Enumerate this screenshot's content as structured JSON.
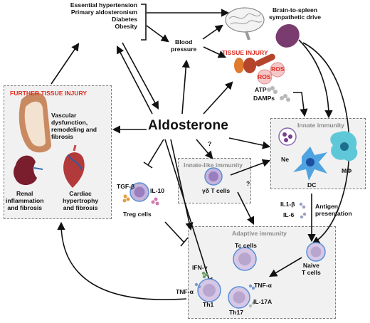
{
  "conditions": {
    "line1": "Essential hypertension",
    "line2": "Primary aldosteronism",
    "line3": "Diabetes",
    "line4": "Obesity"
  },
  "hub": "Aldosterone",
  "blood_pressure": {
    "line1": "Blood",
    "line2": "pressure"
  },
  "brain_spleen": {
    "line1": "Brain-to-spleen",
    "line2": "sympathetic drive"
  },
  "tissue_injury": {
    "title": "TISSUE INJURY",
    "ros_a": "ROS",
    "ros_b": "ROS",
    "atp": "ATP",
    "damps": "DAMPs"
  },
  "further_injury": {
    "title": "FURTHER TISSUE INJURY",
    "vascular": [
      "Vascular",
      "dysfunction,",
      "remodeling and",
      "fibrosis"
    ],
    "renal": [
      "Renal",
      "inflammation",
      "and fibrosis"
    ],
    "cardiac": [
      "Cardiac",
      "hypertrophy",
      "and fibrosis"
    ]
  },
  "innate": {
    "title": "Innate immunity",
    "ne": "Ne",
    "dc": "DC",
    "mphi": "MΦ"
  },
  "innate_like": {
    "title": "Innate-like immunity",
    "cells": "γδ T cells"
  },
  "question_marks": [
    "?",
    "?"
  ],
  "treg": {
    "tgf": "TGF-β",
    "il10": "IL-10",
    "cells": "Treg cells"
  },
  "cytokines": {
    "il1": "IL1-β",
    "il6": "IL-6",
    "antigen": [
      "Antigen",
      "presentation"
    ]
  },
  "adaptive": {
    "title": "Adaptive  immunity",
    "tc": "Tc cells",
    "ifn": "IFN-γ",
    "tnf_left": "TNF-α",
    "th1": "Th1",
    "tnf_right": "TNF-α",
    "il17": "IL-17A",
    "th17": "Th17",
    "naive": [
      "Naive",
      "T cells"
    ]
  },
  "colors": {
    "red_text": "#e02a1e",
    "box_fill": "#f1f1f1",
    "box_border": "#7a7a7a",
    "arrow": "#111111",
    "cell_purple": "#b9a6cf",
    "cell_blue": "#5b8fd6"
  }
}
